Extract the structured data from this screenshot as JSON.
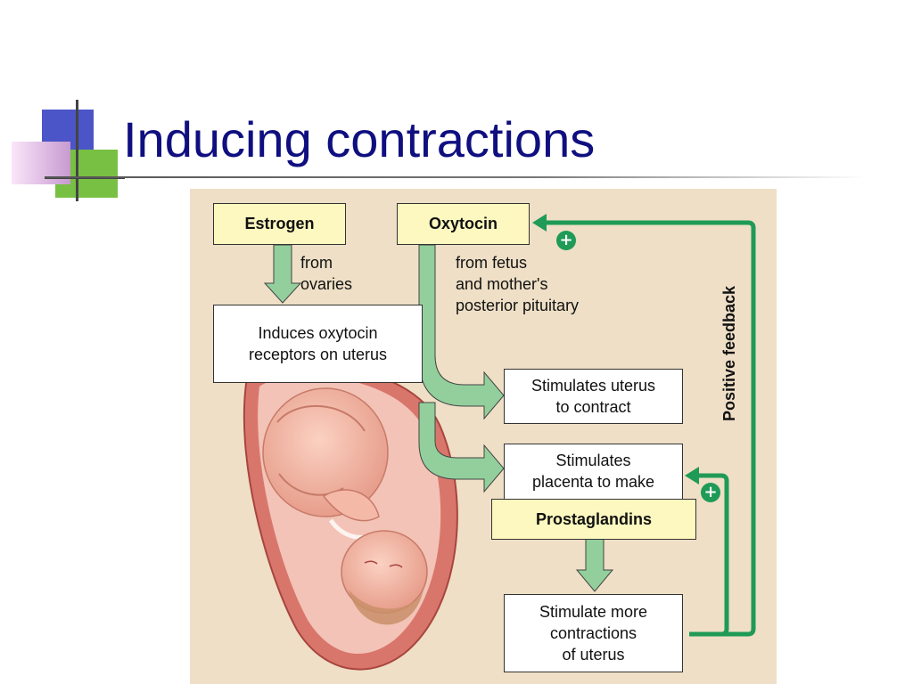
{
  "slide": {
    "title": "Inducing contractions"
  },
  "diagram": {
    "estrogen_label": "Estrogen",
    "oxytocin_label": "Oxytocin",
    "estrogen_source": "from\novaries",
    "oxytocin_source": "from fetus\nand mother's\nposterior pituitary",
    "induces_receptors": "Induces oxytocin\nreceptors on uterus",
    "stimulates_uterus": "Stimulates uterus\nto contract",
    "stimulates_placenta": "Stimulates\nplacenta to make",
    "prostaglandins_label": "Prostaglandins",
    "stimulate_more": "Stimulate more\ncontractions\nof uterus",
    "positive_feedback": "Positive feedback",
    "plus_sign": "+"
  },
  "colors": {
    "title": "#0f0f80",
    "panel_background": "#eedfc6",
    "hormone_box": "#fdf8bf",
    "hormone_arrow": "#93cf9c",
    "feedback_line": "#1f9a57"
  }
}
